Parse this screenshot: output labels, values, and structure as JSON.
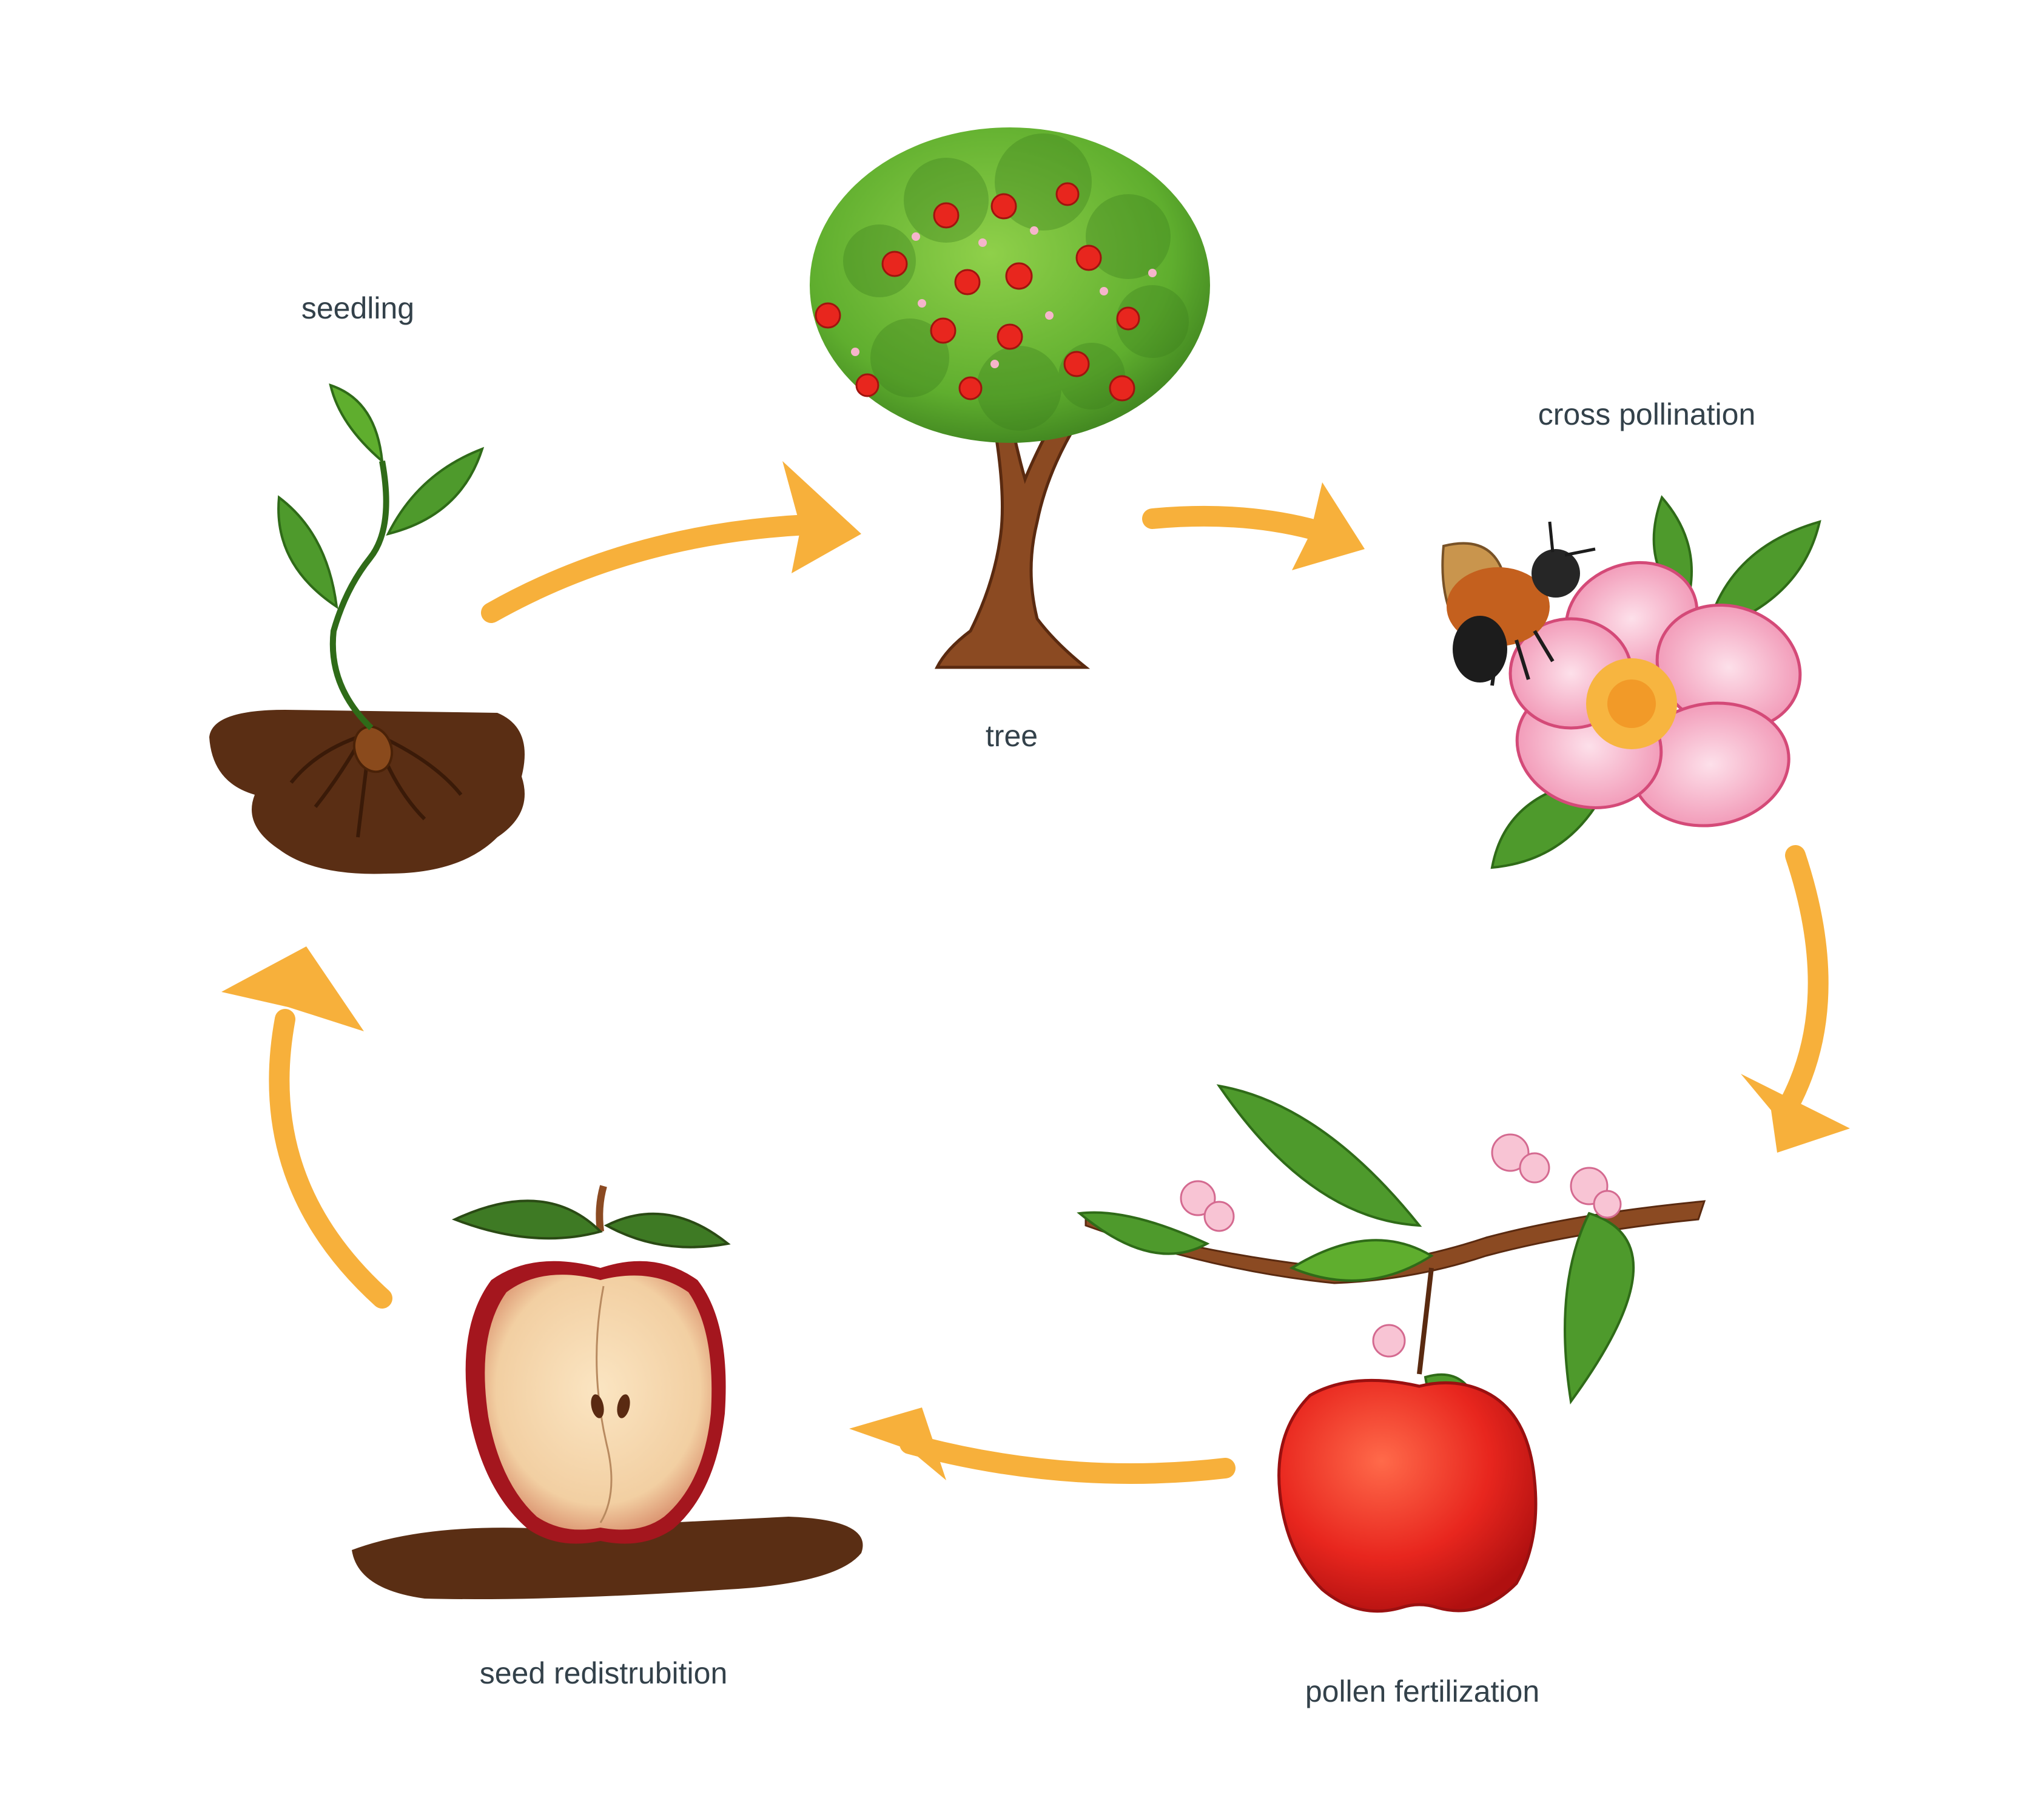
{
  "diagram": {
    "type": "cycle",
    "stages": [
      {
        "label": "seedling",
        "illustration": "seedling-in-soil"
      },
      {
        "label": "tree",
        "illustration": "apple-tree-with-fruit"
      },
      {
        "label": "cross pollination",
        "illustration": "bee-on-pink-flower"
      },
      {
        "label": "pollen fertilization",
        "illustration": "red-apple-on-blossoming-branch"
      },
      {
        "label": "seed redistrubition",
        "illustration": "halved-apple-on-soil"
      }
    ],
    "colors": {
      "arrow": "#f7b03b",
      "label_text": "#33414a",
      "leaf": "#4e9a2c",
      "apple_red": "#e8261e",
      "soil": "#5a2e14",
      "flower_pink": "#f4a9c4",
      "bark": "#8b4a22"
    }
  }
}
